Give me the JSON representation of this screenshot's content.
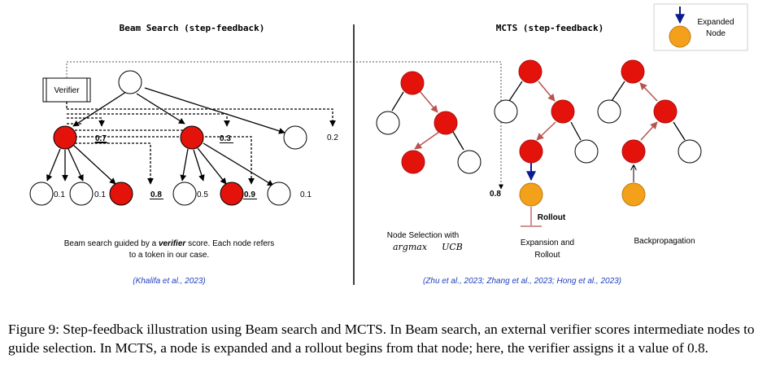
{
  "left_panel": {
    "title": "Beam Search (step-feedback)",
    "verifier_label": "Verifier",
    "scores": {
      "s1": "0.7",
      "s2": "0.3",
      "s3": "0.2",
      "l1": "0.1",
      "l2": "0.1",
      "l3": "0.8",
      "l4": "0.5",
      "l5": "0.9",
      "l6": "0.1"
    },
    "caption_line1_pre": "Beam search guided by a ",
    "caption_line1_bold": "verifier",
    "caption_line1_post": " score. Each node refers",
    "caption_line2": "to a token in our case.",
    "citation": "(Khalifa et al., 2023)"
  },
  "right_panel": {
    "title": "MCTS (step-feedback)",
    "legend_label_1": "Expanded",
    "legend_label_2": "Node",
    "verifier_value": "0.8",
    "rollout_label": "Rollout",
    "stage1_label": "Node Selection with",
    "stage1_math_a": "argmax",
    "stage1_math_b": "UCB",
    "stage2_label_1": "Expansion and",
    "stage2_label_2": "Rollout",
    "stage3_label": "Backpropagation",
    "citation": "(Zhu et al., 2023; Zhang et al., 2023; Hong et al., 2023)"
  },
  "colors": {
    "selected": "#e3120b",
    "expanded": "#f3a11b",
    "arrow_mcts": "#b85450",
    "legend_arrow": "#0a1b8f",
    "citation": "#1f3fbf"
  },
  "figure_caption": {
    "label": "Figure 9:",
    "text": "Step-feedback illustration using Beam search and MCTS. In Beam search, an external verifier scores intermediate nodes to guide selection. In MCTS, a node is expanded and a rollout begins from that node; here, the verifier assigns it a value of 0.8."
  }
}
